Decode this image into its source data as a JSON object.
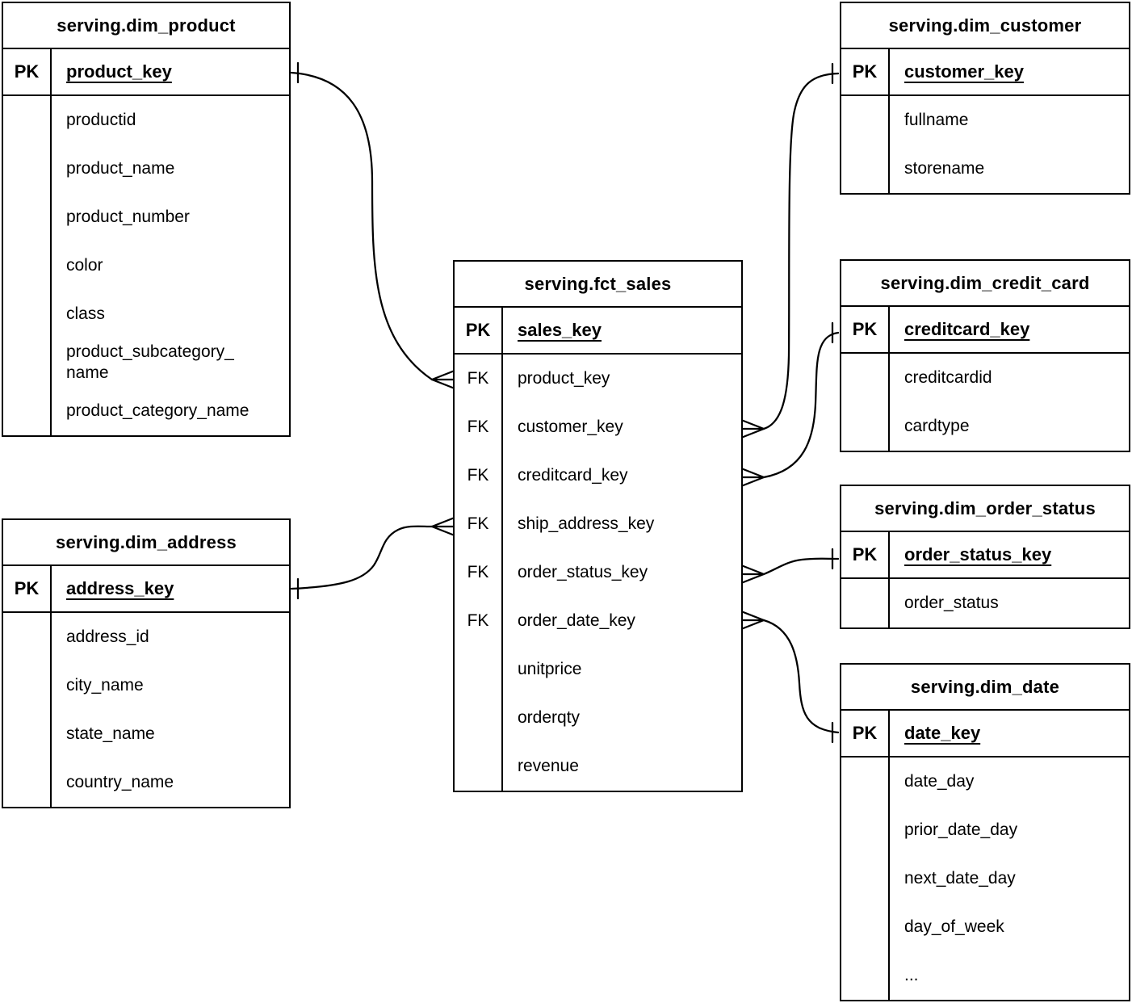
{
  "diagram": {
    "colors": {
      "line": "#000000",
      "table_background": "#ffffff",
      "text": "#000000"
    },
    "notation": "crows-foot",
    "tables": [
      {
        "id": "dim_product",
        "title": "serving.dim_product",
        "pk": {
          "badge": "PK",
          "name": "product_key"
        },
        "fields": [
          {
            "badge": "",
            "name": "productid"
          },
          {
            "badge": "",
            "name": "product_name"
          },
          {
            "badge": "",
            "name": "product_number"
          },
          {
            "badge": "",
            "name": "color"
          },
          {
            "badge": "",
            "name": "class"
          },
          {
            "badge": "",
            "name": "product_subcategory_\nname"
          },
          {
            "badge": "",
            "name": "product_category_name"
          }
        ]
      },
      {
        "id": "dim_customer",
        "title": "serving.dim_customer",
        "pk": {
          "badge": "PK",
          "name": "customer_key"
        },
        "fields": [
          {
            "badge": "",
            "name": "fullname"
          },
          {
            "badge": "",
            "name": "storename"
          }
        ]
      },
      {
        "id": "fct_sales",
        "title": "serving.fct_sales",
        "pk": {
          "badge": "PK",
          "name": "sales_key"
        },
        "fields": [
          {
            "badge": "FK",
            "name": "product_key"
          },
          {
            "badge": "FK",
            "name": "customer_key"
          },
          {
            "badge": "FK",
            "name": "creditcard_key"
          },
          {
            "badge": "FK",
            "name": "ship_address_key"
          },
          {
            "badge": "FK",
            "name": "order_status_key"
          },
          {
            "badge": "FK",
            "name": "order_date_key"
          },
          {
            "badge": "",
            "name": "unitprice"
          },
          {
            "badge": "",
            "name": "orderqty"
          },
          {
            "badge": "",
            "name": "revenue"
          }
        ]
      },
      {
        "id": "dim_credit_card",
        "title": "serving.dim_credit_card",
        "pk": {
          "badge": "PK",
          "name": "creditcard_key"
        },
        "fields": [
          {
            "badge": "",
            "name": "creditcardid"
          },
          {
            "badge": "",
            "name": "cardtype"
          }
        ]
      },
      {
        "id": "dim_order_status",
        "title": "serving.dim_order_status",
        "pk": {
          "badge": "PK",
          "name": "order_status_key"
        },
        "fields": [
          {
            "badge": "",
            "name": "order_status"
          }
        ]
      },
      {
        "id": "dim_date",
        "title": "serving.dim_date",
        "pk": {
          "badge": "PK",
          "name": "date_key"
        },
        "fields": [
          {
            "badge": "",
            "name": "date_day"
          },
          {
            "badge": "",
            "name": "prior_date_day"
          },
          {
            "badge": "",
            "name": "next_date_day"
          },
          {
            "badge": "",
            "name": "day_of_week"
          },
          {
            "badge": "",
            "name": "..."
          }
        ]
      },
      {
        "id": "dim_address",
        "title": "serving.dim_address",
        "pk": {
          "badge": "PK",
          "name": "address_key"
        },
        "fields": [
          {
            "badge": "",
            "name": "address_id"
          },
          {
            "badge": "",
            "name": "city_name"
          },
          {
            "badge": "",
            "name": "state_name"
          },
          {
            "badge": "",
            "name": "country_name"
          }
        ]
      }
    ],
    "relationships": [
      {
        "from": "serving.dim_product.product_key",
        "to": "serving.fct_sales.product_key",
        "from_end": "one",
        "to_end": "many"
      },
      {
        "from": "serving.dim_customer.customer_key",
        "to": "serving.fct_sales.customer_key",
        "from_end": "one",
        "to_end": "many"
      },
      {
        "from": "serving.dim_credit_card.creditcard_key",
        "to": "serving.fct_sales.creditcard_key",
        "from_end": "one",
        "to_end": "many"
      },
      {
        "from": "serving.dim_order_status.order_status_key",
        "to": "serving.fct_sales.order_status_key",
        "from_end": "one",
        "to_end": "many"
      },
      {
        "from": "serving.dim_date.date_key",
        "to": "serving.fct_sales.order_date_key",
        "from_end": "one",
        "to_end": "many"
      },
      {
        "from": "serving.dim_address.address_key",
        "to": "serving.fct_sales.ship_address_key",
        "from_end": "one",
        "to_end": "many"
      }
    ]
  }
}
